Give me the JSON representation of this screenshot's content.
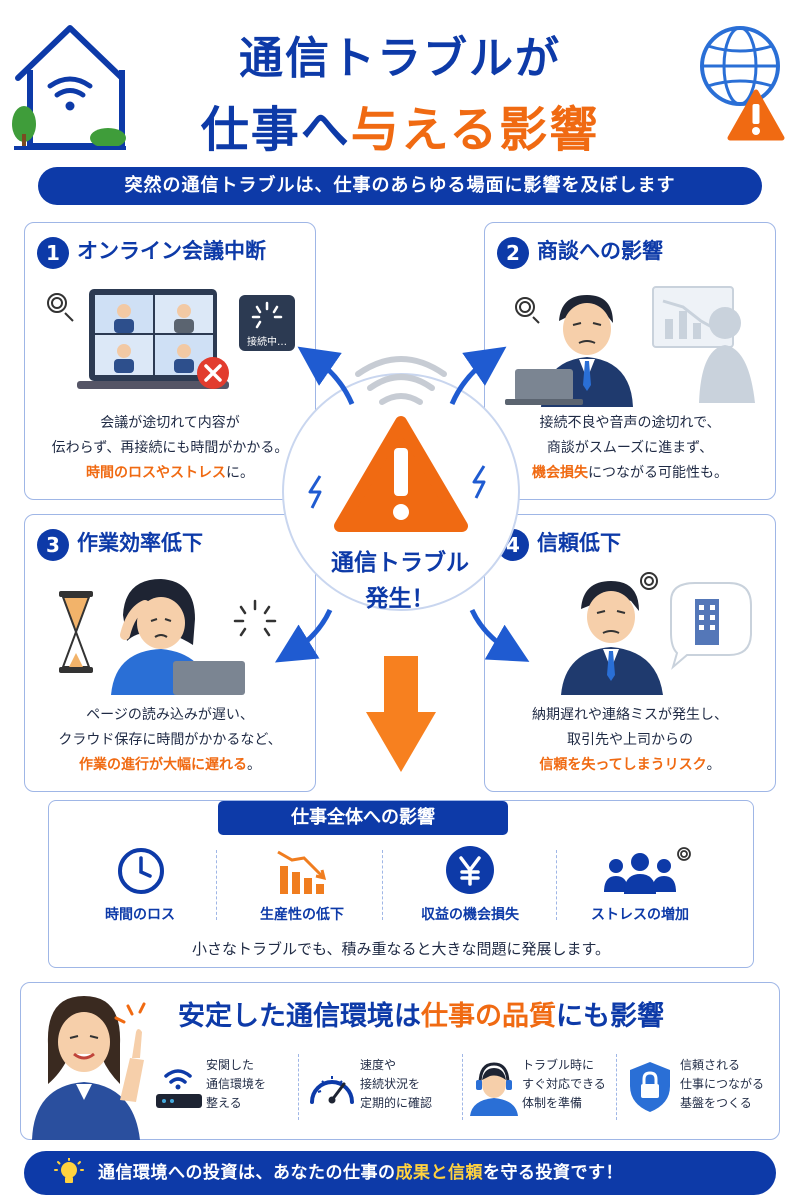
{
  "header": {
    "title_line1": "通信トラブルが",
    "title_line2_a": "仕事へ",
    "title_line2_b": "与える影響",
    "subtitle": "突然の通信トラブルは、仕事のあらゆる場面に影響を及ぼします"
  },
  "center": {
    "label_line1": "通信トラブル",
    "label_line2": "発生！"
  },
  "cards": [
    {
      "num": "1",
      "title": "オンライン会議中断",
      "loading_text": "接続中…",
      "text_lines": [
        "会議が途切れて内容が",
        "伝わらず、再接続にも時間がかかる。"
      ],
      "highlight": "時間のロスやストレス",
      "tail": "に。"
    },
    {
      "num": "2",
      "title": "商談への影響",
      "text_lines": [
        "接続不良や音声の途切れで、",
        "商談がスムーズに進まず、"
      ],
      "highlight": "機会損失",
      "tail": "につながる可能性も。"
    },
    {
      "num": "3",
      "title": "作業効率低下",
      "text_lines": [
        "ページの読み込みが遅い、",
        "クラウド保存に時間がかかるなど、"
      ],
      "highlight": "作業の進行が大幅に遅れる",
      "tail": "。"
    },
    {
      "num": "4",
      "title": "信頼低下",
      "text_lines": [
        "納期遅れや連絡ミスが発生し、",
        "取引先や上司からの"
      ],
      "highlight": "信頼を失ってしまうリスク",
      "tail": "。"
    }
  ],
  "impact": {
    "title": "仕事全体への影響",
    "items": [
      {
        "label": "時間のロス",
        "icon": "clock-icon"
      },
      {
        "label": "生産性の低下",
        "icon": "declining-chart-icon"
      },
      {
        "label": "収益の機会損失",
        "icon": "yen-icon"
      },
      {
        "label": "ストレスの増加",
        "icon": "people-icon"
      }
    ],
    "note": "小さなトラブルでも、積み重なると大きな問題に発展します。"
  },
  "stable": {
    "title_a": "安定した通信環境は",
    "title_b": "仕事の品質",
    "title_c": "にも影響",
    "items": [
      {
        "lines": [
          "安関した",
          "通信環境を",
          "整える"
        ],
        "icon": "router-icon"
      },
      {
        "lines": [
          "速度や",
          "接続状況を",
          "定期的に確認"
        ],
        "icon": "speedometer-icon"
      },
      {
        "lines": [
          "トラブル時に",
          "すぐ対応できる",
          "体制を準備"
        ],
        "icon": "support-operator-icon"
      },
      {
        "lines": [
          "信頼される",
          "仕事につながる",
          "基盤をつくる"
        ],
        "icon": "shield-lock-icon"
      }
    ]
  },
  "footer": {
    "text_a": "通信環境への投資は、あなたの仕事の",
    "text_b": "成果と信頼",
    "text_c": "を守る投資です！"
  },
  "colors": {
    "primary": "#0d3aa8",
    "accent": "#f06a12",
    "highlight_yellow": "#ffd23f",
    "border": "#9fb6e6"
  }
}
